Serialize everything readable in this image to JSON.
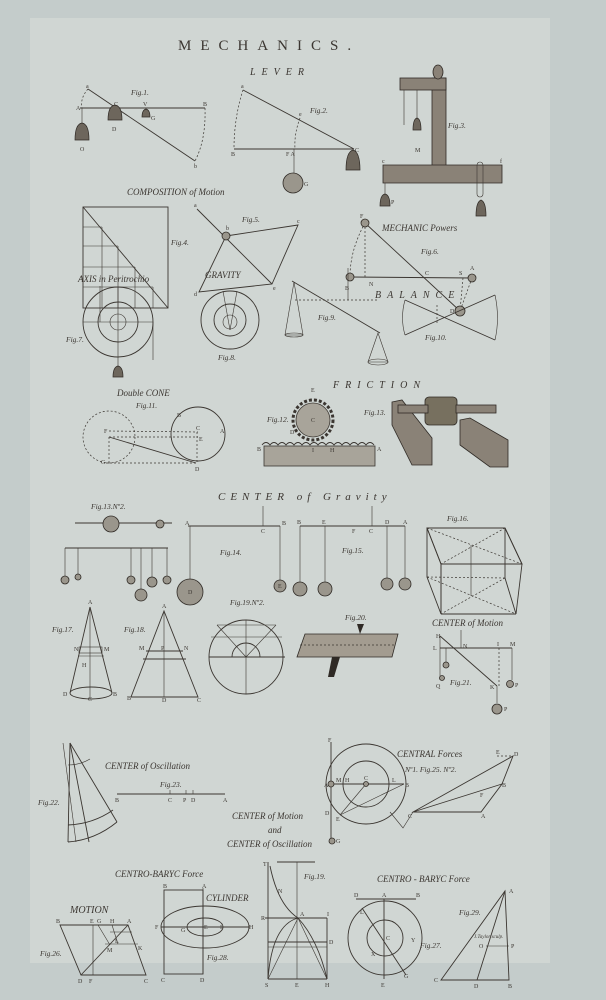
{
  "title": "MECHANICS.",
  "headings": {
    "lever": "LEVER",
    "composition": "COMPOSITION of Motion",
    "mechanic_powers": "MECHANIC Powers",
    "axis": "AXIS in Peritrochio",
    "gravity": "GRAVITY",
    "balance": "BALANCE",
    "double_cone": "Double CONE",
    "friction": "FRICTION",
    "center_gravity": "CENTER of Gravity",
    "center_motion": "CENTER of Motion",
    "center_oscillation": "CENTER of Oscillation",
    "central_forces": "CENTRAL Forces",
    "central_forces_sub": "Nº1. Fig.25. Nº2.",
    "motion_oscillation_1": "CENTER of Motion",
    "motion_oscillation_2": "and",
    "motion_oscillation_3": "CENTER of Oscillation",
    "centro_baryc_left": "CENTRO-BARYC Force",
    "cylinder": "CYLINDER",
    "centro_baryc_right": "CENTRO - BARYC Force",
    "motion": "MOTION"
  },
  "figures": {
    "fig1": "Fig.1.",
    "fig2": "Fig.2.",
    "fig3": "Fig.3.",
    "fig4": "Fig.4.",
    "fig5": "Fig.5.",
    "fig6": "Fig.6.",
    "fig7": "Fig.7.",
    "fig8": "Fig.8.",
    "fig9": "Fig.9.",
    "fig10": "Fig.10.",
    "fig11": "Fig.11.",
    "fig12": "Fig.12.",
    "fig13": "Fig.13.",
    "fig13n2": "Fig.13.Nº2.",
    "fig14": "Fig.14.",
    "fig15": "Fig.15.",
    "fig16": "Fig.16.",
    "fig17": "Fig.17.",
    "fig18": "Fig.18.",
    "fig19n2": "Fig.19.Nº2.",
    "fig20": "Fig.20.",
    "fig21": "Fig.21.",
    "fig22": "Fig.22.",
    "fig23": "Fig.23.",
    "fig19": "Fig.19.",
    "fig26": "Fig.26.",
    "fig27": "Fig.27.",
    "fig28": "Fig.28.",
    "fig29": "Fig.29."
  },
  "points": {
    "fig1": [
      "a",
      "A",
      "C",
      "V",
      "B",
      "G",
      "D",
      "O",
      "b"
    ],
    "fig2": [
      "a",
      "e",
      "B",
      "F A",
      "C",
      "G"
    ],
    "fig3": [
      "M",
      "P",
      "c",
      "f"
    ],
    "fig5": [
      "a",
      "b",
      "c",
      "e",
      "d"
    ],
    "fig6": [
      "F",
      "B",
      "N",
      "C",
      "S",
      "A",
      "D"
    ],
    "fig11": [
      "F",
      "G",
      "B",
      "C",
      "E",
      "A",
      "D"
    ],
    "fig12": [
      "E",
      "C",
      "D",
      "B",
      "I",
      "H",
      "A"
    ],
    "fig14": [
      "A",
      "C",
      "B",
      "D",
      "E"
    ],
    "fig15": [
      "B",
      "E",
      "F",
      "C",
      "D",
      "A"
    ],
    "fig16": [
      "D",
      "C",
      "I",
      "B",
      "A",
      "G",
      "L",
      "H",
      "K",
      "F",
      "E"
    ],
    "fig17": [
      "A",
      "N",
      "M",
      "H",
      "D",
      "C",
      "B"
    ],
    "fig18": [
      "A",
      "M",
      "P",
      "N",
      "B",
      "D",
      "C"
    ],
    "fig21": [
      "H",
      "L",
      "N",
      "I",
      "M",
      "Q",
      "K",
      "P",
      "P"
    ],
    "fig23": [
      "B",
      "C",
      "P",
      "D",
      "A"
    ],
    "fig25": [
      "F",
      "A",
      "M",
      "H",
      "C",
      "L",
      "B",
      "D",
      "E",
      "G"
    ],
    "fig25n2": [
      "E",
      "D",
      "B",
      "F",
      "C",
      "A"
    ],
    "fig26": [
      "B",
      "E",
      "G",
      "H",
      "A",
      "L",
      "M",
      "K",
      "D",
      "F",
      "C"
    ],
    "fig28": [
      "B",
      "A",
      "F",
      "G",
      "E",
      "I",
      "H",
      "C",
      "D"
    ],
    "fig19": [
      "T",
      "N",
      "R",
      "A",
      "I",
      "S",
      "E",
      "H",
      "D"
    ],
    "fig27": [
      "D",
      "A",
      "B",
      "L",
      "C",
      "Y",
      "X",
      "E",
      "G"
    ],
    "fig29": [
      "A",
      "O",
      "P",
      "C",
      "D",
      "B"
    ]
  },
  "signature": "J.Taylor sculp."
}
